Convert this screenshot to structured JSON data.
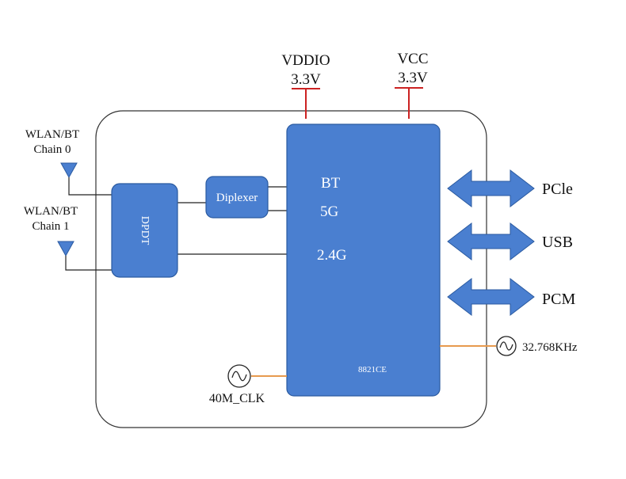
{
  "power": {
    "vddio": {
      "name": "VDDIO",
      "voltage": "3.3V"
    },
    "vcc": {
      "name": "VCC",
      "voltage": "3.3V"
    }
  },
  "antennas": [
    {
      "line1": "WLAN/BT",
      "line2": "Chain 0"
    },
    {
      "line1": "WLAN/BT",
      "line2": "Chain 1"
    }
  ],
  "blocks": {
    "dpdt": "DPDT",
    "diplexer": "Diplexer",
    "chip_label": "8821CE",
    "bands": [
      "BT",
      "5G",
      "2.4G"
    ]
  },
  "interfaces": [
    "PCle",
    "USB",
    "PCM"
  ],
  "clocks": {
    "main": "40M_CLK",
    "rtc": "32.768KHz"
  },
  "colors": {
    "block_fill": "#4a7fd0",
    "block_stroke": "#2a5aa0",
    "power_line": "#cc2222",
    "clock_line": "#e79a4e",
    "wire": "#222222"
  }
}
